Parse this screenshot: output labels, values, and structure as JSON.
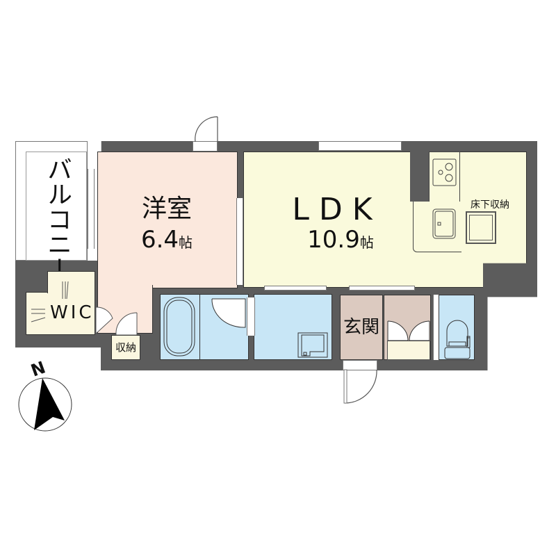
{
  "floorplan": {
    "rooms": {
      "balcony": {
        "label": "バルコニー"
      },
      "western_room": {
        "label": "洋室",
        "size": "6.4",
        "unit": "帖"
      },
      "ldk": {
        "label": "LDK",
        "size": "10.9",
        "unit": "帖"
      },
      "underfloor_storage": {
        "label": "床下収納"
      },
      "wic": {
        "label": "WIC"
      },
      "storage": {
        "label": "収納"
      },
      "entrance": {
        "label": "玄関"
      }
    },
    "compass": {
      "label": "N"
    },
    "colors": {
      "wall": "#5c5c5c",
      "western_room": "#fbe8dd",
      "ldk": "#fafadc",
      "wet_area": "#c8e6f6",
      "entrance": "#dccac0",
      "storage": "#fbf7e0",
      "balcony": "#ffffff"
    }
  }
}
